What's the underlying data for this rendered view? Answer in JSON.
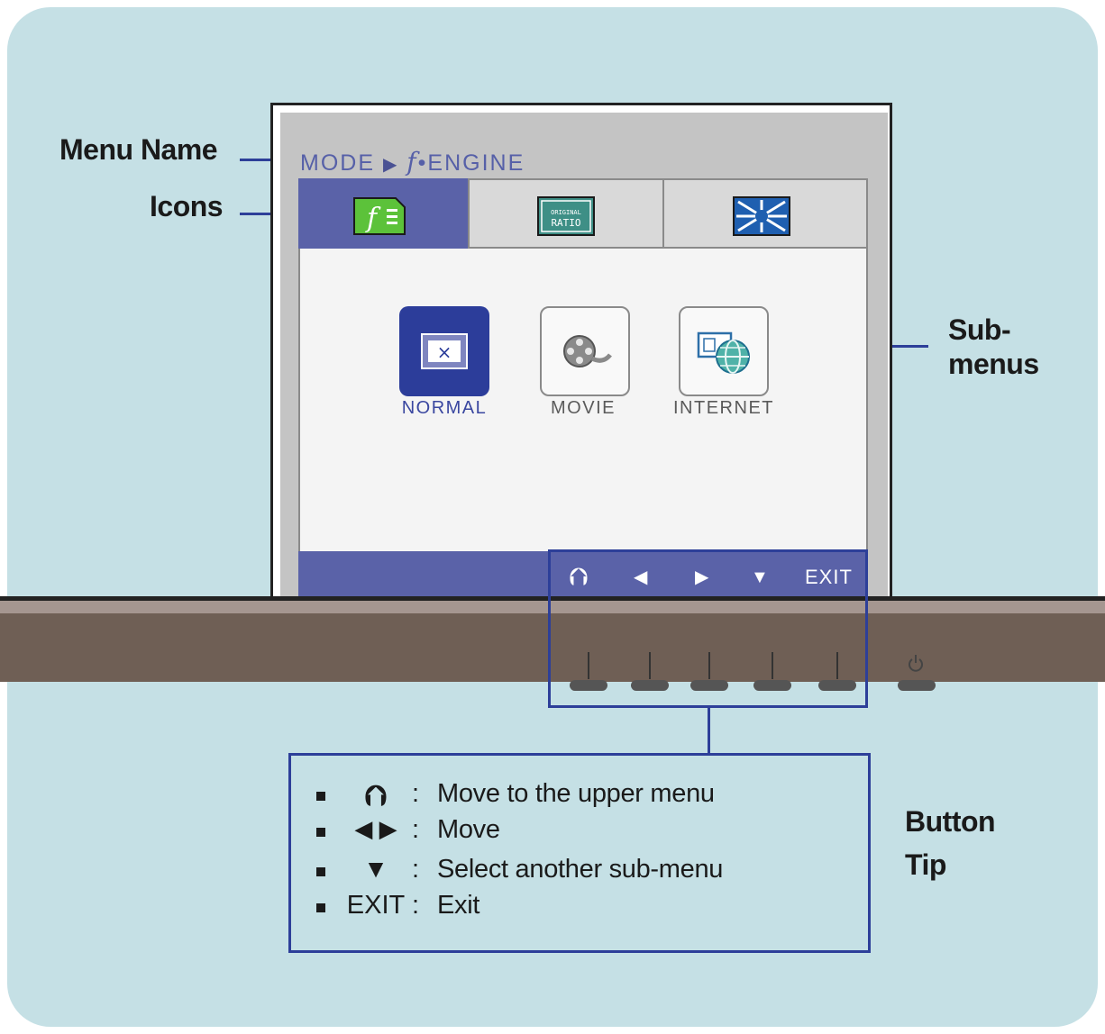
{
  "callouts": {
    "menu_name": "Menu Name",
    "icons": "Icons",
    "submenus_1": "Sub-",
    "submenus_2": "menus",
    "button_tip_1": "Button",
    "button_tip_2": "Tip"
  },
  "osd": {
    "menu_name_prefix": "MODE",
    "menu_name_arrow": "▶",
    "menu_name_f": "f",
    "menu_name_suffix": "•ENGINE",
    "tabs": [
      {
        "icon": "f-engine-icon",
        "selected": true
      },
      {
        "icon": "original-ratio-icon",
        "label": "ORIGINAL RATIO",
        "selected": false
      },
      {
        "icon": "brightness-burst-icon",
        "selected": false
      }
    ],
    "submenus": [
      {
        "label": "NORMAL",
        "selected": true
      },
      {
        "label": "MOVIE",
        "selected": false
      },
      {
        "label": "INTERNET",
        "selected": false
      }
    ],
    "nav": {
      "up": "⮉",
      "left": "◀",
      "right": "▶",
      "down": "▼",
      "exit": "EXIT"
    }
  },
  "tips": [
    {
      "symbol": "⮉",
      "colon": ":",
      "description": "Move to the upper menu"
    },
    {
      "symbol": "◀ ▶",
      "colon": ":",
      "description": "Move"
    },
    {
      "symbol": "▼",
      "colon": ":",
      "description": "Select another sub-menu"
    },
    {
      "symbol": "EXIT",
      "colon": ":",
      "description": "Exit"
    }
  ],
  "colors": {
    "background": "#c5e0e5",
    "osd_accent": "#5a62a8",
    "leader": "#2d3f99",
    "bezel": "#6f5f55"
  }
}
